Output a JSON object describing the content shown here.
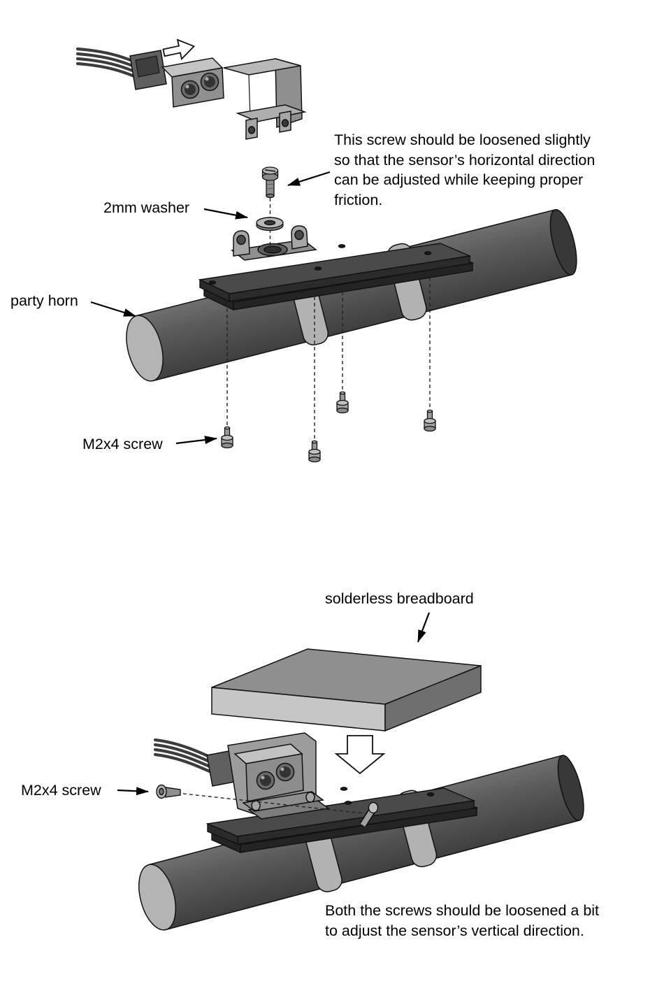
{
  "labels": {
    "screw_note": "This screw should be loosened slightly\nso that the sensor’s horizontal direction\ncan be adjusted while keeping proper\nfriction.",
    "washer": "2mm washer",
    "party_horn": "party horn",
    "m2x4_top": "M2x4 screw",
    "breadboard": "solderless breadboard",
    "m2x4_bottom": "M2x4 screw",
    "bottom_note": "Both the screws should be loosened a bit\nto adjust the sensor’s vertical direction."
  },
  "colors": {
    "background": "#ffffff",
    "outline": "#111111",
    "metal_light": "#c2c2c2",
    "metal_mid": "#8f8f8f",
    "metal_dark": "#4a4a4a",
    "tube_cap": "#b4b4b4"
  }
}
